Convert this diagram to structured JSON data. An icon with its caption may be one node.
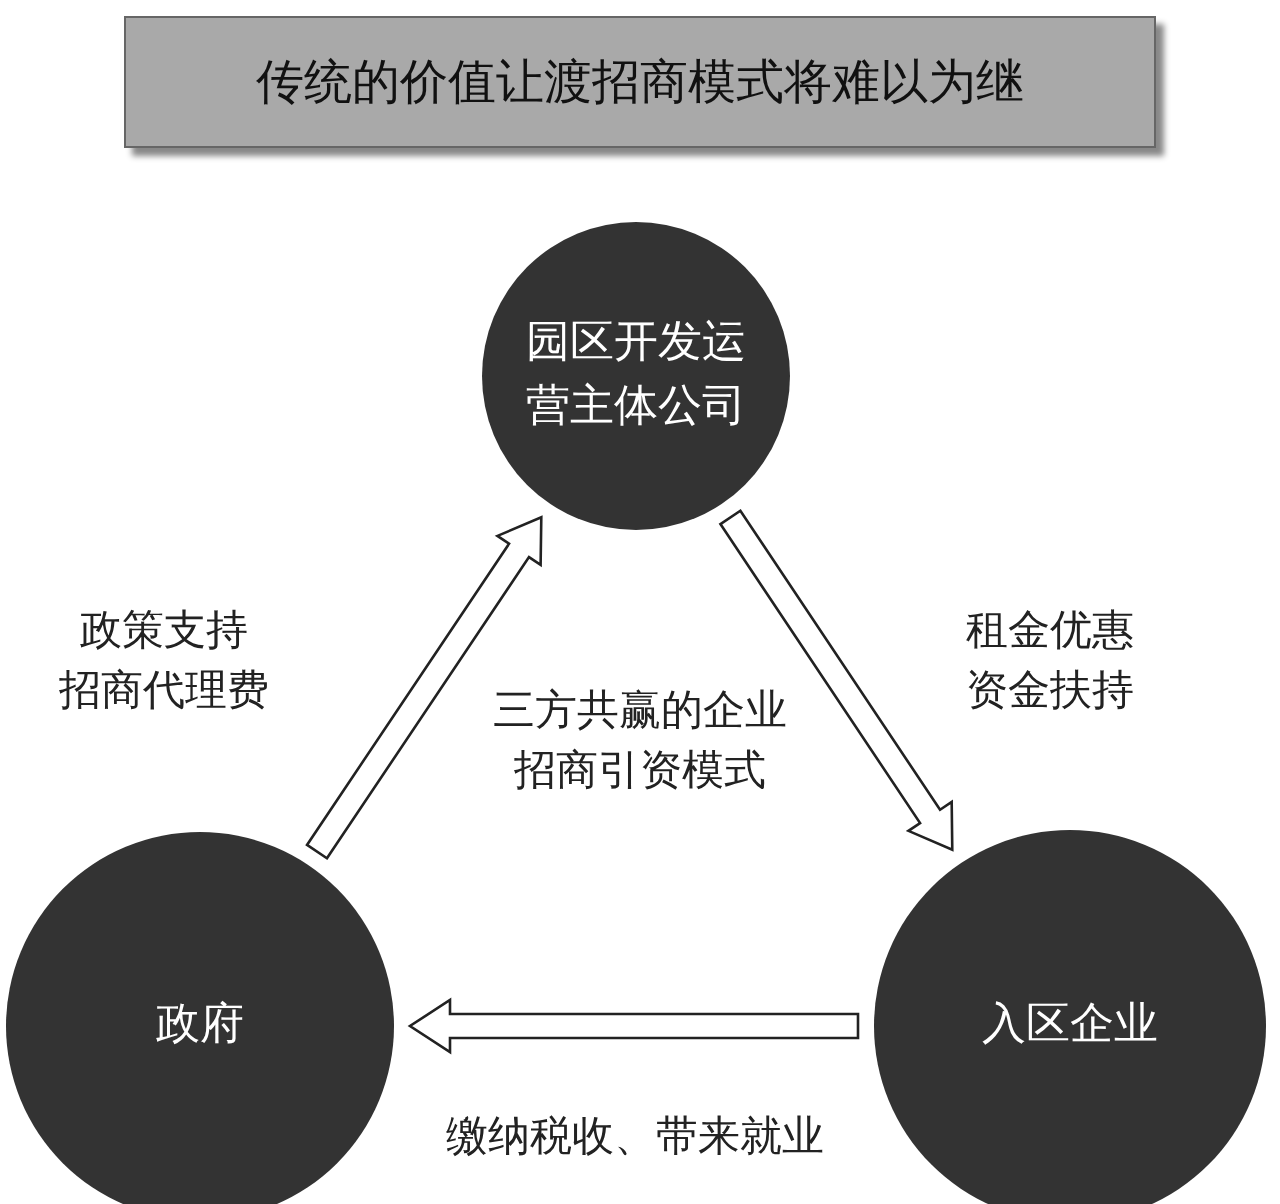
{
  "diagram": {
    "title": "传统的价值让渡招商模式将难以为继",
    "nodes": [
      {
        "text": [
          "园区开发运营主体公司"
        ]
      },
      {
        "text": [
          "政府"
        ]
      },
      {
        "text": [
          "入区企业"
        ]
      }
    ],
    "edges": [
      {
        "from": 1,
        "to": 0,
        "arrow": "to"
      },
      {
        "from": 0,
        "to": 2,
        "arrow": "to"
      },
      {
        "from": 2,
        "to": 1,
        "arrow": "to",
        "label": "缴纳税收、带来就业"
      }
    ],
    "labels": [
      "政策支持",
      "招商代理费",
      "租金优惠",
      "资金扶持",
      "三方共赢的企业招商引资模式"
    ]
  }
}
